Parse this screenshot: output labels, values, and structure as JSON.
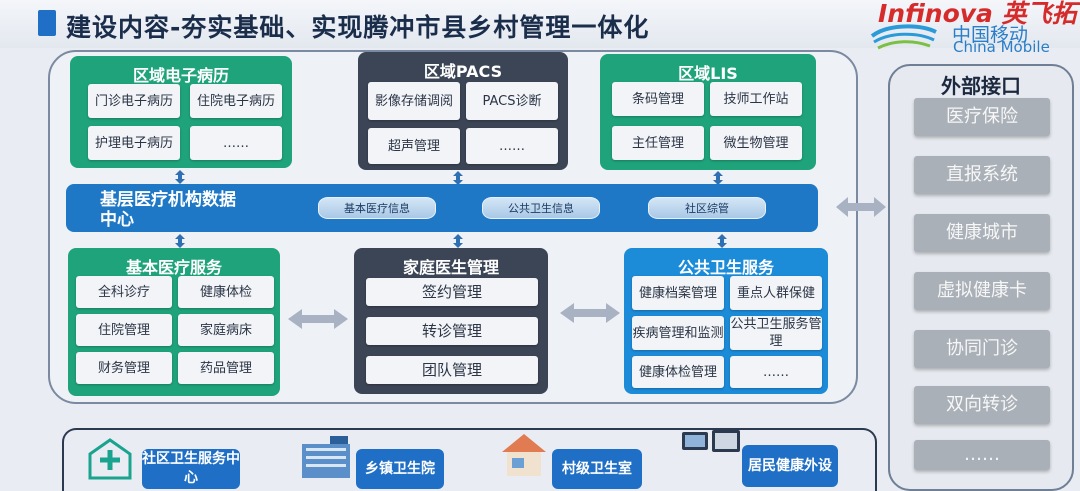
{
  "title": "建设内容-夯实基础、实现腾冲市县乡村管理一体化",
  "logos": {
    "infinova": "Infinova 英飞拓",
    "china_mobile_cn": "中国移动",
    "china_mobile_en": "China Mobile"
  },
  "external": {
    "title": "外部接口",
    "items": [
      "医疗保险",
      "直报系统",
      "健康城市",
      "虚拟健康卡",
      "协同门诊",
      "双向转诊",
      "……"
    ]
  },
  "emr": {
    "title": "区域电子病历",
    "cells": [
      "门诊电子病历",
      "住院电子病历",
      "护理电子病历",
      "……"
    ]
  },
  "pacs": {
    "title": "区域PACS",
    "cells": [
      "影像存储调阅",
      "PACS诊断",
      "超声管理",
      "……"
    ]
  },
  "lis": {
    "title": "区域LIS",
    "cells": [
      "条码管理",
      "技师工作站",
      "主任管理",
      "微生物管理"
    ]
  },
  "center": {
    "title": "基层医疗机构数据中心",
    "db": [
      "基本医疗信息",
      "公共卫生信息",
      "社区综管"
    ]
  },
  "basic": {
    "title": "基本医疗服务",
    "cells": [
      "全科诊疗",
      "健康体检",
      "住院管理",
      "家庭病床",
      "财务管理",
      "药品管理"
    ]
  },
  "family": {
    "title": "家庭医生管理",
    "cells": [
      "签约管理",
      "转诊管理",
      "团队管理"
    ]
  },
  "public": {
    "title": "公共卫生服务",
    "cells": [
      "健康档案管理",
      "重点人群保健",
      "疾病管理和监测",
      "公共卫生服务管理",
      "健康体检管理",
      "……"
    ]
  },
  "bottom": {
    "items": [
      "社区卫生服务中心",
      "乡镇卫生院",
      "村级卫生室",
      "居民健康外设"
    ]
  },
  "colors": {
    "green": "#1fa37a",
    "dark": "#3c4556",
    "blue": "#1c8bd8",
    "brand_blue": "#1f6fc6",
    "external_item": "#a9b0b8"
  }
}
